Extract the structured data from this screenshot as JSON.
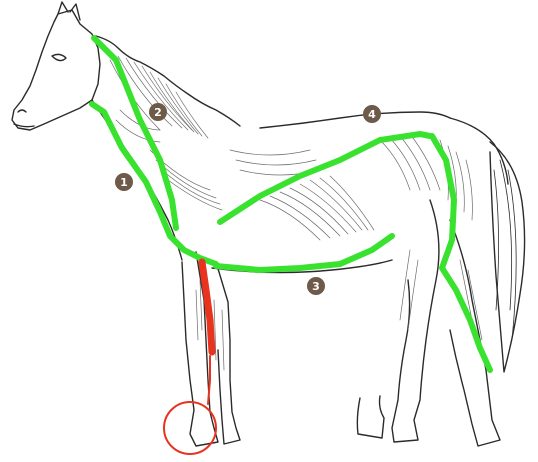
{
  "colors": {
    "background": "#ffffff",
    "outline": "#2b2b2b",
    "muscle_line": "#6b6b6b",
    "chain_green": "#39e22f",
    "highlight_red": "#e8331f",
    "marker_fill": "#6e5a48"
  },
  "markers": [
    {
      "label": "1"
    },
    {
      "label": "2"
    },
    {
      "label": "3"
    },
    {
      "label": "4"
    }
  ],
  "chains": [
    {
      "id": "chain-1",
      "color": "green"
    },
    {
      "id": "chain-2",
      "color": "green"
    },
    {
      "id": "chain-3",
      "color": "green"
    },
    {
      "id": "chain-4",
      "color": "green"
    },
    {
      "id": "hind-leg-chain",
      "color": "green"
    },
    {
      "id": "foreleg-highlight",
      "color": "red"
    }
  ],
  "hoof_circle": {
    "color": "red"
  }
}
